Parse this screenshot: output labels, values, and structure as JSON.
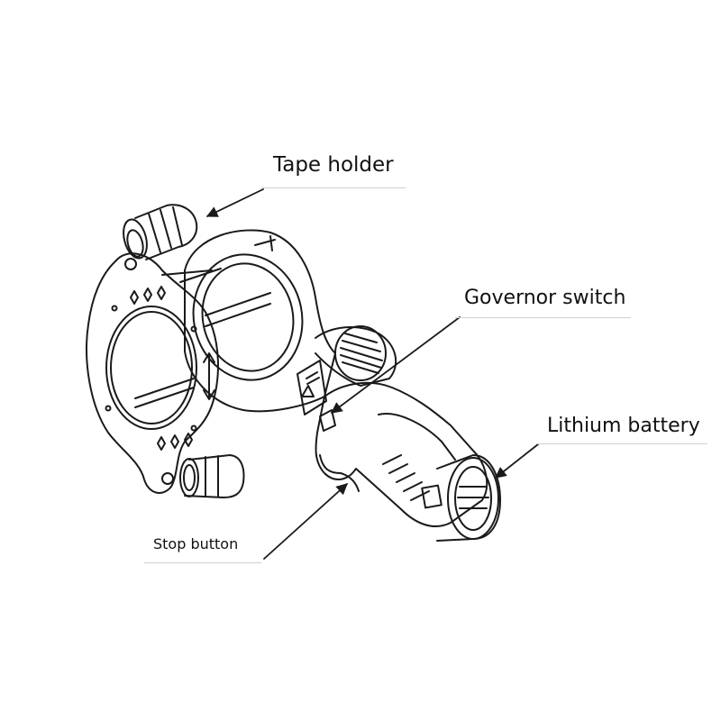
{
  "labels": {
    "tape_holder": "Tape holder",
    "governor_switch": "Governor switch",
    "lithium_battery": "Lithium battery",
    "stop_button": "Stop button"
  },
  "colors": {
    "line": "#1a1a1a",
    "label_text": "#111111",
    "underline": "#cfcfcf",
    "background": "#ffffff"
  }
}
